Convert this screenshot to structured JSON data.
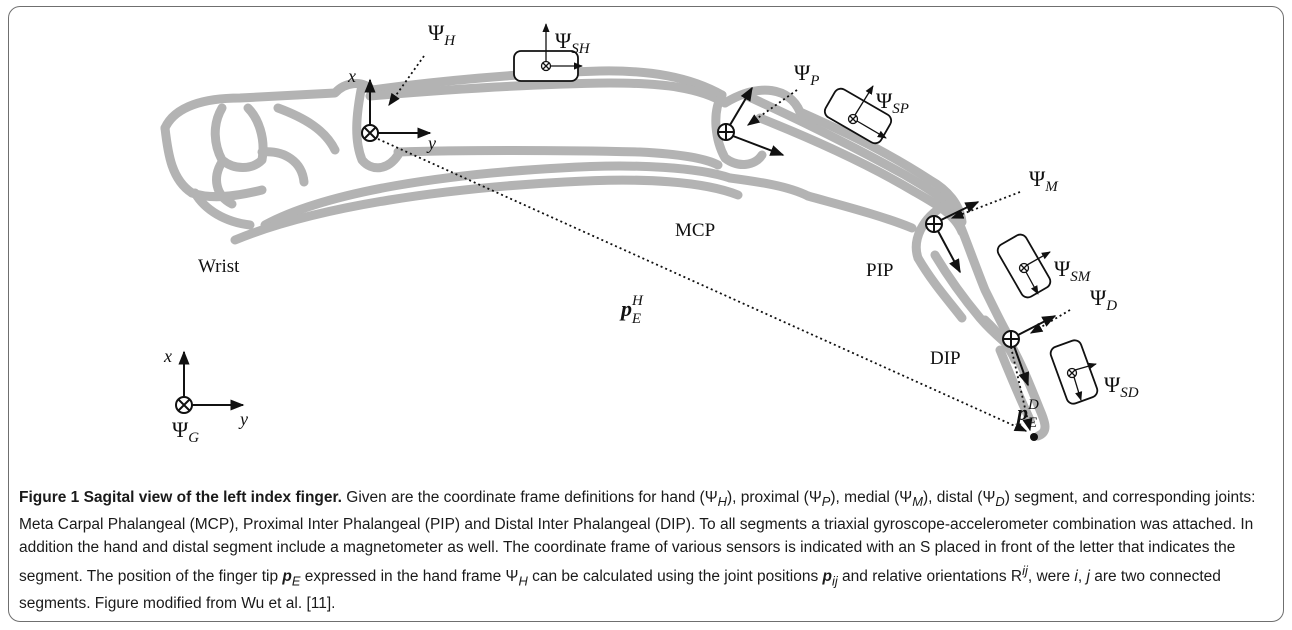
{
  "figure": {
    "labels": {
      "wrist": "Wrist",
      "mcp": "MCP",
      "pip": "PIP",
      "dip": "DIP",
      "x_axis_hand": "x",
      "y_axis_hand": "y",
      "x_axis_global": "x",
      "y_axis_global": "y"
    },
    "frames": {
      "psi": "Ψ",
      "H": "H",
      "SH": "SH",
      "P": "P",
      "SP": "SP",
      "M": "M",
      "SM": "SM",
      "D": "D",
      "SD": "SD",
      "G": "G"
    },
    "vectors": {
      "p_main": "p",
      "p_main_sup": "H",
      "p_main_sub": "E",
      "p_tip": "p",
      "p_tip_sup": "D",
      "p_tip_sub": "E"
    }
  },
  "caption": {
    "title": "Figure 1 Sagital view of the left index finger.",
    "t1": " Given are the coordinate frame definitions for hand (",
    "psi": "Ψ",
    "H": "H",
    "t2": "), proximal (",
    "P": "P",
    "t3": "), medial (",
    "M": "M",
    "t4": "), distal (",
    "D": "D",
    "t5": ") segment, and corresponding joints: Meta Carpal Phalangeal (MCP), Proximal Inter Phalangeal (PIP) and Distal Inter Phalangeal (DIP). To all segments a triaxial gyroscope-accelerometer combination was attached. In addition the hand and distal segment include a magnetometer as well. The coordinate frame of various sensors is indicated with an S placed in front of the letter that indicates the segment. The position of the finger tip ",
    "p": "p",
    "E": "E",
    "t6": " expressed in the hand frame ",
    "t7": " can be calculated using the joint positions ",
    "ij": "ij",
    "t8": " and relative orientations R",
    "t9": ", were ",
    "i": "i",
    "comma": ", ",
    "j": "j",
    "t10": " are two connected segments. Figure modified from Wu et al. [11]."
  }
}
